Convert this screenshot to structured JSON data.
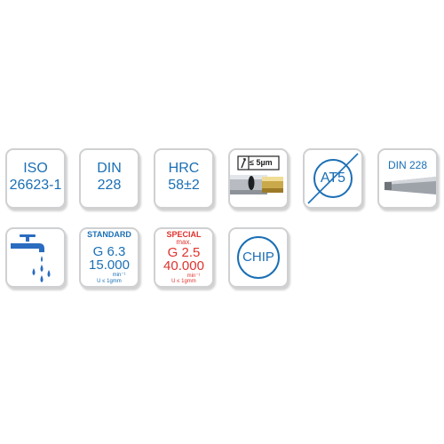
{
  "tiles": {
    "iso": {
      "line1": "ISO",
      "line2": "26623-1"
    },
    "din": {
      "line1": "DIN",
      "line2": "228"
    },
    "hrc": {
      "line1": "HRC",
      "line2": "58±2"
    },
    "runout": {
      "label": "≤ 5µm"
    },
    "at5": {
      "label": "AT5"
    },
    "din228": {
      "label": "DIN 228"
    },
    "coolant": {
      "icon": "coolant-tap-icon"
    },
    "standard": {
      "title": "STANDARD",
      "grade": "G 6.3",
      "speed": "15.000",
      "unit": "min⁻¹",
      "note": "U ≤ 1gmm"
    },
    "special": {
      "title": "SPECIAL",
      "qualifier": "max.",
      "grade": "G 2.5",
      "speed": "40.000",
      "unit": "min⁻¹",
      "note": "U ≤ 1gmm"
    },
    "chip": {
      "label": "CHIP"
    }
  },
  "colors": {
    "blue": "#1a6fb5",
    "red": "#e0322d",
    "border": "#cfd0d2",
    "water": "#2a6cc0"
  }
}
